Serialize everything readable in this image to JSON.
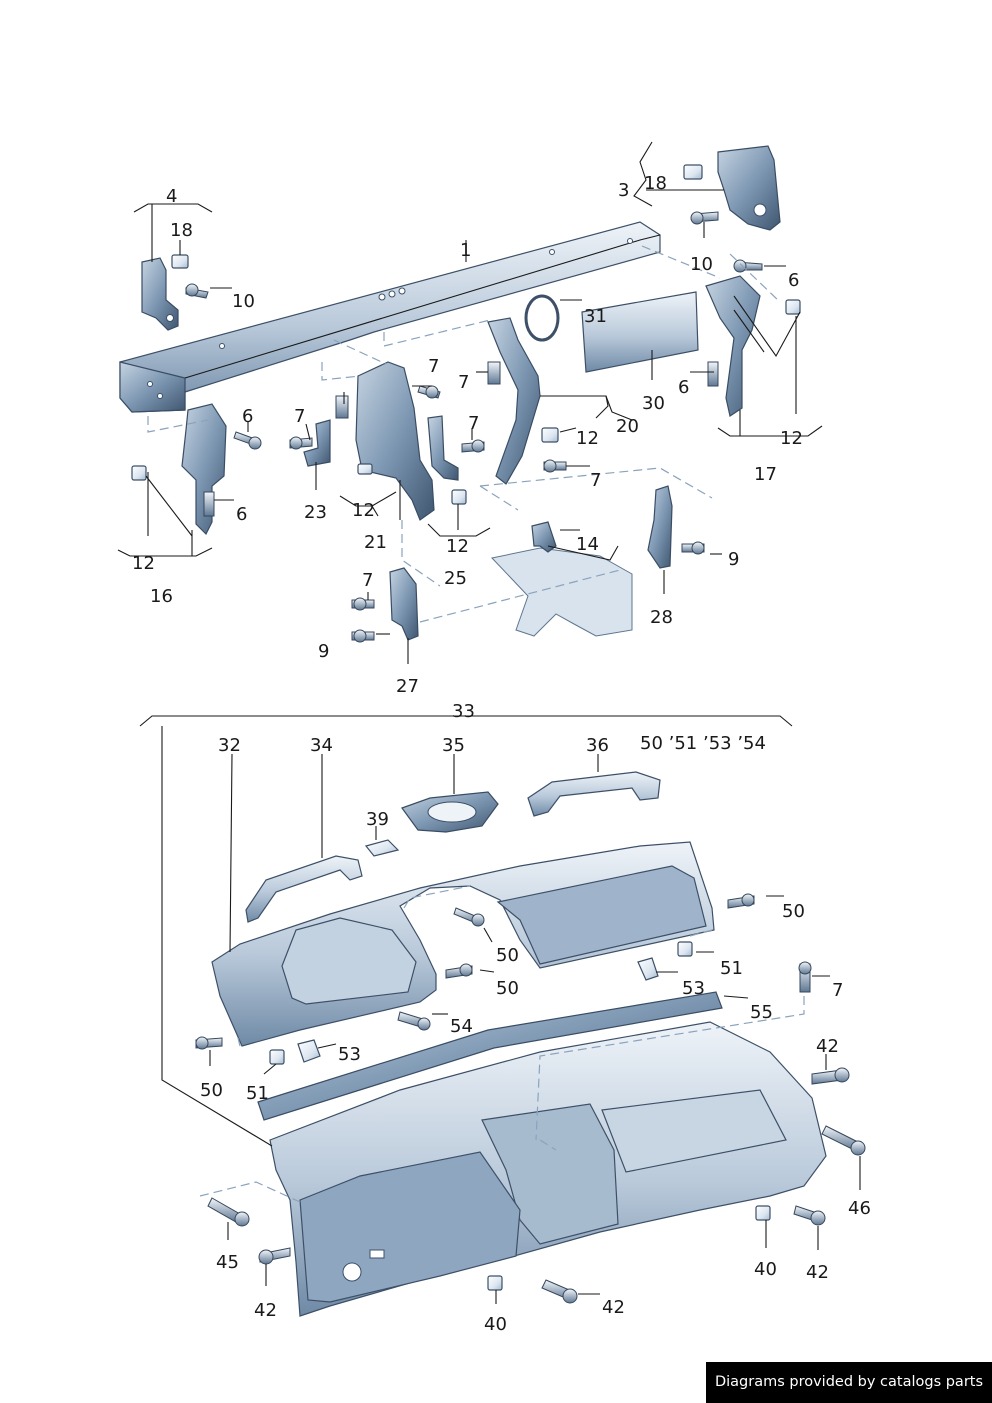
{
  "labels": {
    "l1": "1",
    "l3": "3",
    "l4": "4",
    "l18a": "18",
    "l18b": "18",
    "l10a": "10",
    "l10b": "10",
    "l6a": "6",
    "l6b": "6",
    "l6c": "6",
    "l6d": "6",
    "l31": "31",
    "l30": "30",
    "l7a": "7",
    "l7b": "7",
    "l7c": "7",
    "l7d": "7",
    "l7e": "7",
    "l7f": "7",
    "l7g": "7",
    "l12a": "12",
    "l12b": "12",
    "l12c": "12",
    "l12d": "12",
    "l12e": "12",
    "l20": "20",
    "l17": "17",
    "l16": "16",
    "l23": "23",
    "l21": "21",
    "l14": "14",
    "l25": "25",
    "l9a": "9",
    "l9b": "9",
    "l28": "28",
    "l27": "27",
    "l33": "33",
    "l32": "32",
    "l34": "34",
    "l35": "35",
    "l36": "36",
    "l50group": "50 ’51 ’53 ’54",
    "l39": "39",
    "l50a": "50",
    "l50b": "50",
    "l50c": "50",
    "l50d": "50",
    "l51a": "51",
    "l51b": "51",
    "l53a": "53",
    "l53b": "53",
    "l54": "54",
    "l55": "55",
    "l42a": "42",
    "l42b": "42",
    "l42c": "42",
    "l42d": "42",
    "l46": "46",
    "l45": "45",
    "l40a": "40",
    "l40b": "40"
  },
  "credit": "Diagrams provided by catalogs parts",
  "colors": {
    "part_light": "#eef3f8",
    "part_mid": "#b9c9da",
    "part_dark": "#6f8aa6",
    "outline": "#3d5068",
    "dashed_guide": "#8aa3bd",
    "credit_background": "#000000"
  }
}
